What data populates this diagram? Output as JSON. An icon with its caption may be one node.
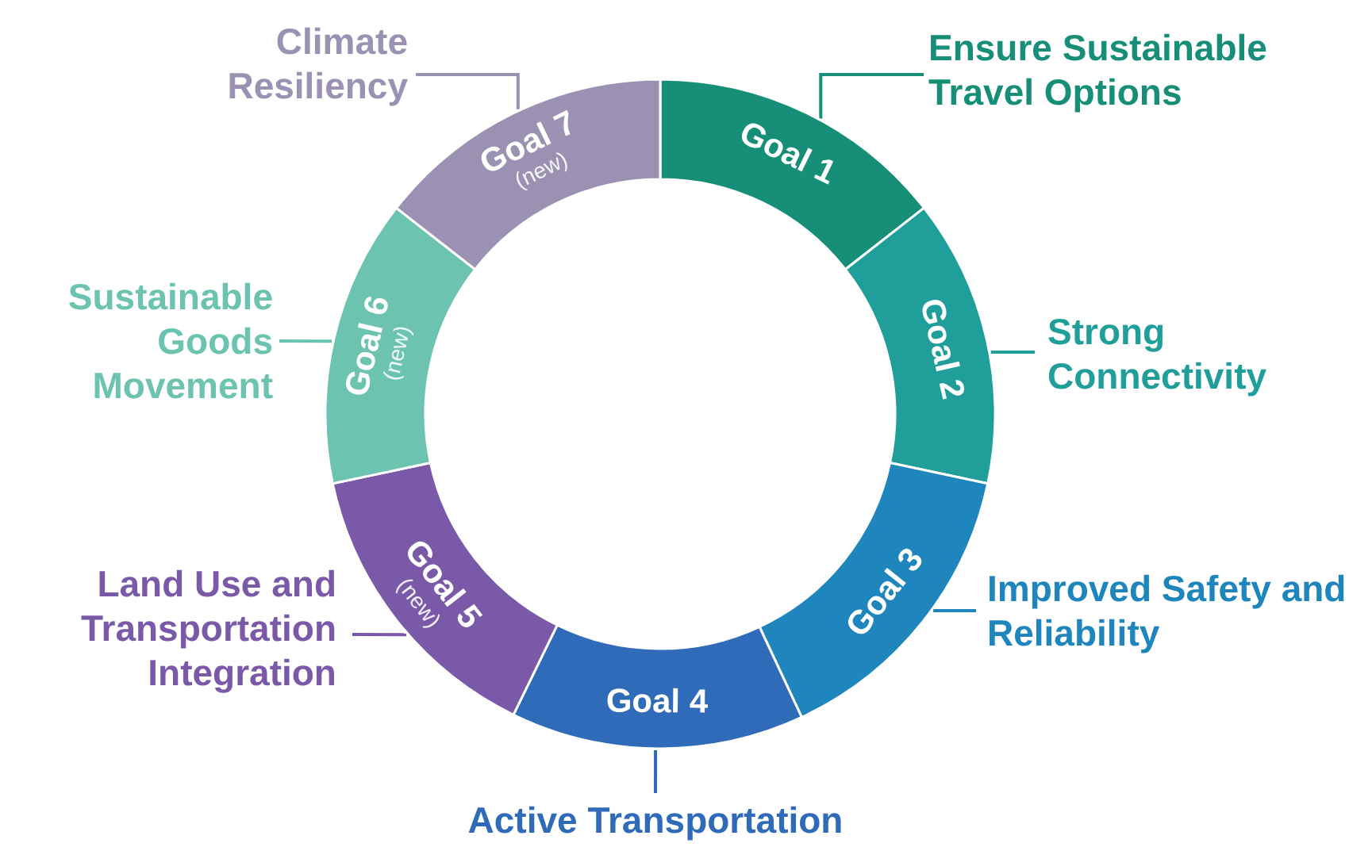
{
  "diagram": {
    "nodes": [
      {
        "text": [
          "Goal 1"
        ]
      },
      {
        "text": [
          "Goal 2"
        ]
      },
      {
        "text": [
          "Goal 3"
        ]
      },
      {
        "text": [
          "Goal 4"
        ]
      },
      {
        "text": [
          "Goal 5",
          "(new)"
        ]
      },
      {
        "text": [
          "Goal 6",
          "(new)"
        ]
      },
      {
        "text": [
          "Goal 7",
          "(new)"
        ]
      },
      {
        "text": [
          "Ensure Sustainable Travel Options"
        ]
      },
      {
        "text": [
          "Strong Connectivity"
        ]
      },
      {
        "text": [
          "Improved Safety and Reliability"
        ]
      },
      {
        "text": [
          "Active Transportation"
        ]
      },
      {
        "text": [
          "Land Use and Transportation Integration"
        ]
      },
      {
        "text": [
          "Sustainable Goods Movement"
        ]
      },
      {
        "text": [
          "Climate Resiliency"
        ]
      }
    ],
    "edges": [
      {
        "from": 7,
        "to": 0,
        "arrow": "none",
        "color": "#178f78"
      },
      {
        "from": 8,
        "to": 1,
        "arrow": "none",
        "color": "#1f9e9a"
      },
      {
        "from": 9,
        "to": 2,
        "arrow": "none",
        "color": "#1e86bd"
      },
      {
        "from": 10,
        "to": 3,
        "arrow": "none",
        "color": "#2f6bb8"
      },
      {
        "from": 11,
        "to": 4,
        "arrow": "none",
        "color": "#7a5aa8"
      },
      {
        "from": 12,
        "to": 5,
        "arrow": "none",
        "color": "#6cc4b0"
      },
      {
        "from": 13,
        "to": 6,
        "arrow": "none",
        "color": "#9b91b3"
      }
    ]
  }
}
